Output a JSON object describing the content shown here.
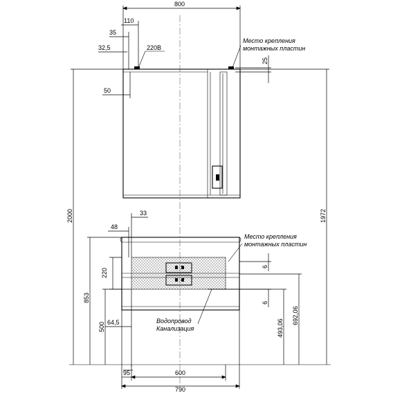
{
  "dimensions": {
    "top_width": "800",
    "offset_110": "110",
    "offset_35": "35",
    "offset_32_5": "32,5",
    "voltage": "220В",
    "offset_50": "50",
    "offset_25": "25",
    "height_2000": "2000",
    "height_1972": "1972",
    "offset_33": "33",
    "offset_48": "48",
    "drawer_220": "220",
    "height_853": "853",
    "height_500": "500",
    "offset_64_5": "64,5",
    "gap_6_top": "6",
    "gap_6_bottom": "6",
    "height_692_06": "692,06",
    "height_493_06": "493,06",
    "offset_95": "95",
    "width_600": "600",
    "width_790": "790"
  },
  "labels": {
    "mount_line1_top": "Место крепления",
    "mount_line2_top": "монтажных пластин",
    "mount_line1_bottom": "Место крепления",
    "mount_line2_bottom": "монтажных пластин",
    "water_line1": "Водопровод",
    "water_line2": "Канализация"
  }
}
